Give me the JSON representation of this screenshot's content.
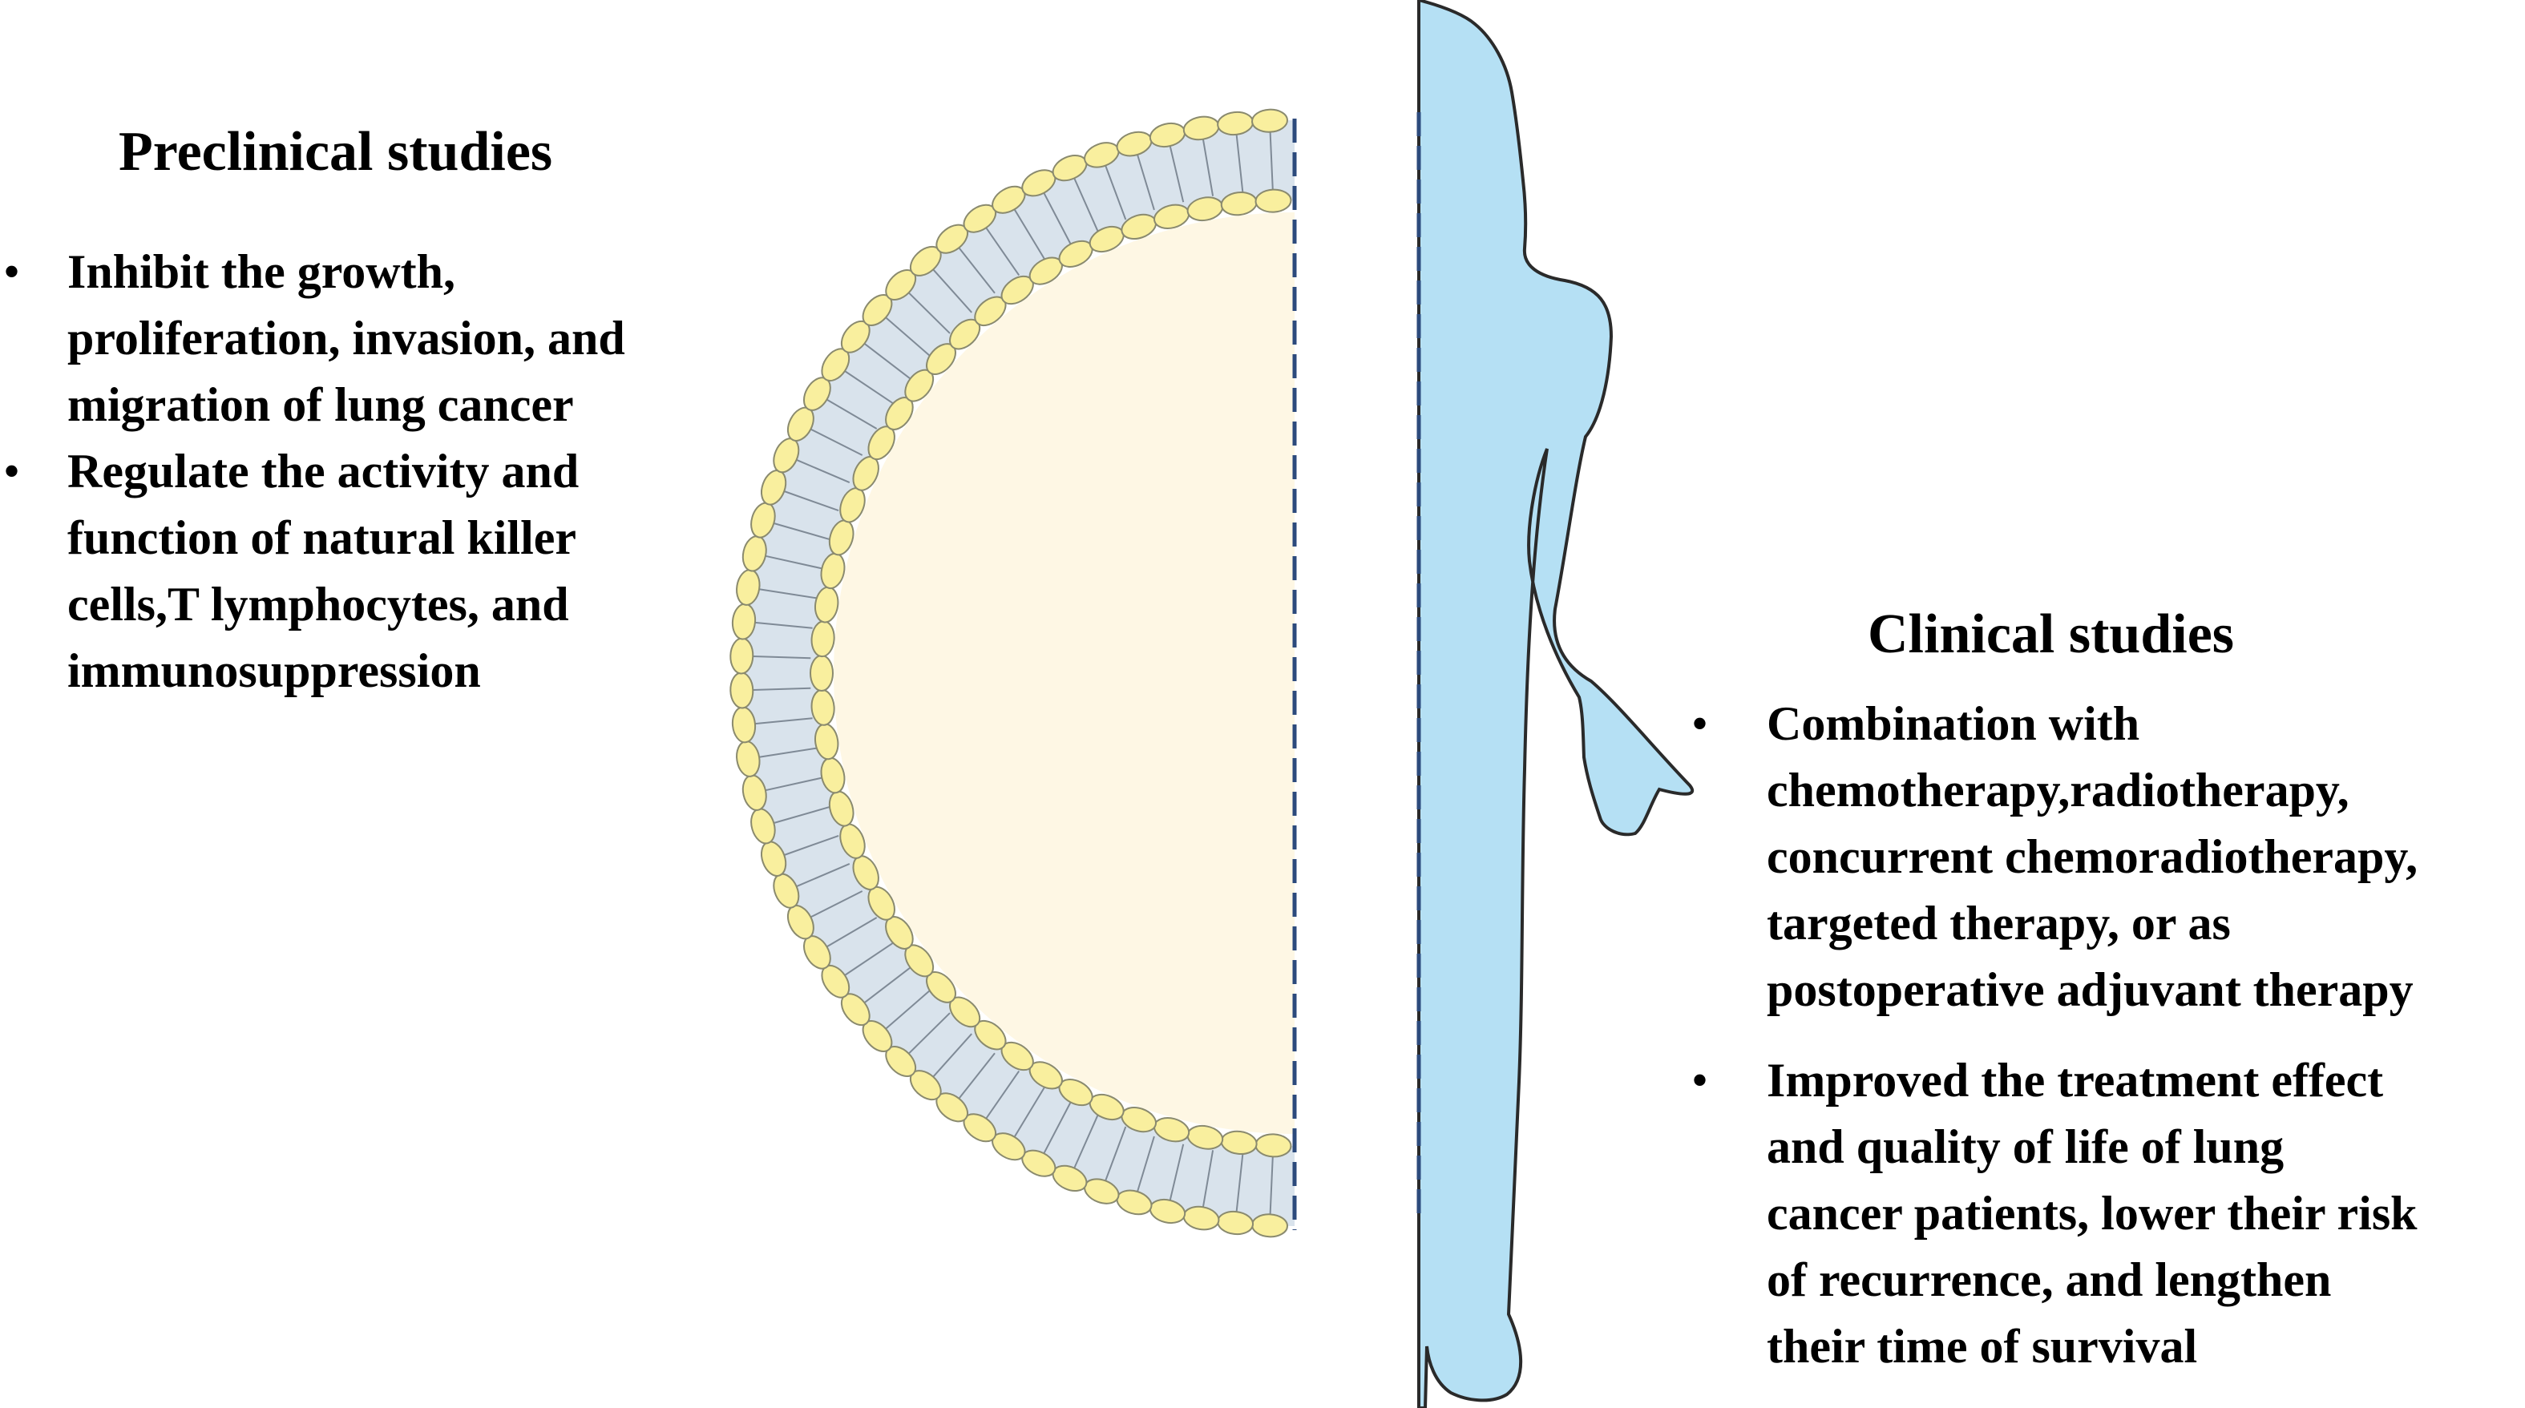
{
  "colors": {
    "membrane_inner": "#fef7e4",
    "head_fill": "#f9ef9e",
    "head_stroke": "#8a8a6e",
    "tail_band": "#d9e3ec",
    "body_fill": "#b5e0f4",
    "body_stroke": "#2a2a2a",
    "dashed_line": "#2c4a7c"
  },
  "icons": [
    "liposome-half-icon",
    "human-body-icon"
  ],
  "preclinical": {
    "heading": "Preclinical studies",
    "bullet_symbol": "•",
    "items": [
      {
        "lines": [
          "Inhibit the growth,",
          "proliferation, invasion, and",
          "migration of lung cancer"
        ]
      },
      {
        "lines": [
          "Regulate the activity and",
          "function of natural killer",
          "cells,T lymphocytes, and",
          "immunosuppression"
        ]
      }
    ]
  },
  "clinical": {
    "heading": "Clinical studies",
    "bullet_symbol": "•",
    "items": [
      {
        "lines": [
          "Combination with",
          "chemotherapy,radiotherapy,",
          "concurrent chemoradiotherapy,",
          "targeted therapy, or as",
          "postoperative adjuvant therapy"
        ]
      },
      {
        "lines": [
          "Improved the treatment effect",
          "and quality of life of lung",
          "cancer patients, lower their risk",
          "of recurrence, and lengthen",
          "their time of survival"
        ]
      }
    ]
  }
}
